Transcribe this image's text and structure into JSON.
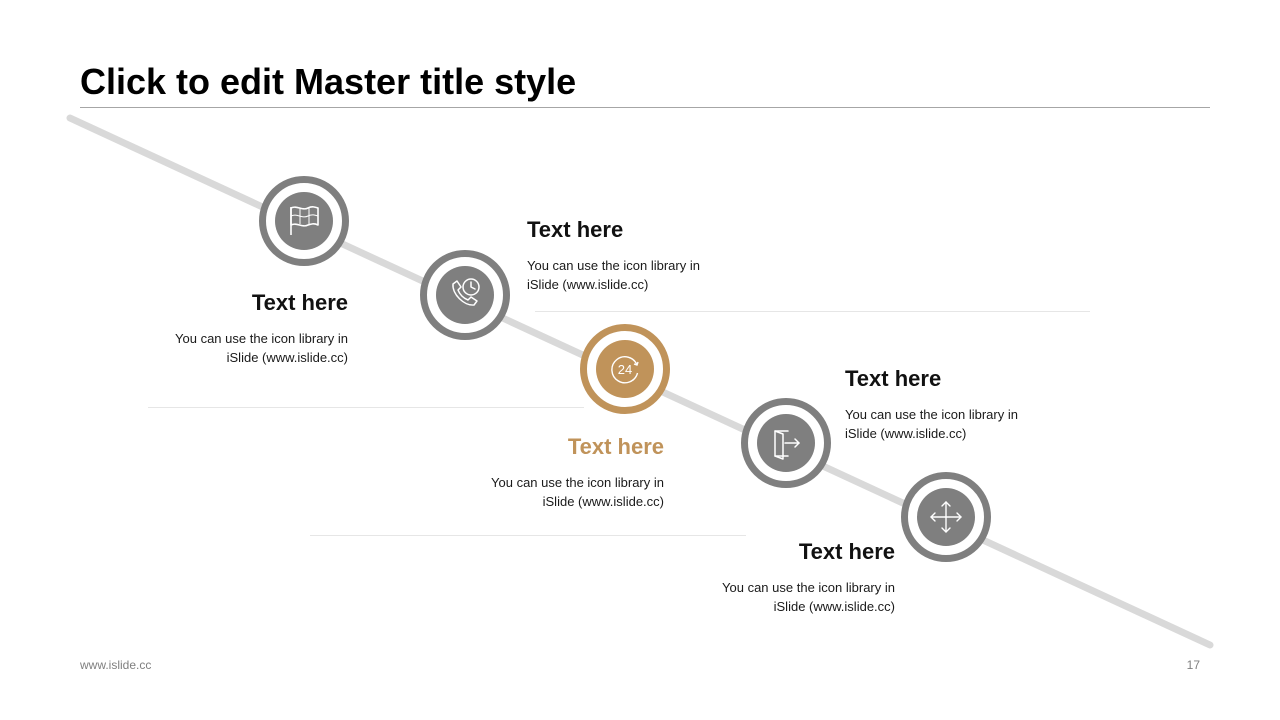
{
  "slide": {
    "title": "Click to edit Master title style",
    "footer_text": "www.islide.cc",
    "page_number": "17"
  },
  "colors": {
    "accent": "#c0935a",
    "node": "#7f7f7f",
    "track": "#d9d9d9",
    "text": "#111111"
  },
  "steps": [
    {
      "icon": "checkered-flag-icon",
      "highlighted": false,
      "heading": "Text here",
      "text": "You can use the icon library in iSlide  (www.islide.cc)"
    },
    {
      "icon": "phone-clock-icon",
      "highlighted": false,
      "heading": "Text here",
      "text": "You can use the icon library in iSlide  (www.islide.cc)"
    },
    {
      "icon": "24-hour-icon",
      "highlighted": true,
      "heading": "Text here",
      "text": "You can use the icon library in iSlide  (www.islide.cc)"
    },
    {
      "icon": "exit-door-icon",
      "highlighted": false,
      "heading": "Text here",
      "text": "You can use the icon library in iSlide  (www.islide.cc)"
    },
    {
      "icon": "move-arrows-icon",
      "highlighted": false,
      "heading": "Text here",
      "text": "You can use the icon library in iSlide  (www.islide.cc)"
    }
  ]
}
